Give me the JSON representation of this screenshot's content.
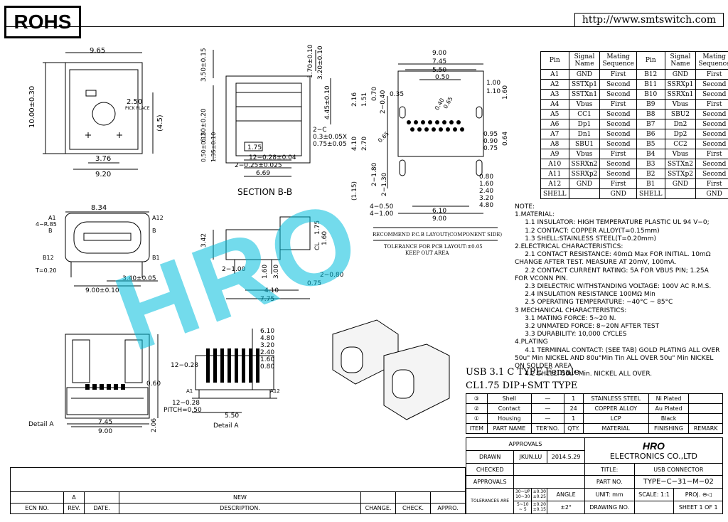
{
  "header": {
    "rohs": "ROHS",
    "url": "http://www.smtswitch.com"
  },
  "watermark": "HRO",
  "dims": {
    "top_left": [
      "9.65",
      "10.00±0.30",
      "2.50",
      "PICK PLACE",
      "(4.5)",
      "3.76",
      "9.20"
    ],
    "section": [
      "3.50±0.15",
      "6.20±0.20",
      "1.70±0.10",
      "3.20±0.10",
      "4.45±0.10",
      "2−C",
      "0.3±0.05X",
      "0.75±0.05",
      "1.75",
      "12−0.28±0.04",
      "2−0.25±0.025",
      "6.69",
      "0.50±0.15",
      "1.35±0.10",
      "SECTION B-B"
    ],
    "front": [
      "8.34",
      "A1",
      "4−R.85",
      "B",
      "A12",
      "B",
      "B12",
      "B1",
      "T=0.20",
      "3.40±0.05",
      "9.00±0.10"
    ],
    "side": [
      "3.42",
      "1.75",
      "CL",
      "1.60",
      "2−1.00",
      "1.60",
      "3.00",
      "2−0.80",
      "0.75",
      "4.10",
      "7.75"
    ],
    "bottom": [
      "Detail A",
      "2.06",
      "9.00",
      "7.45",
      "Detail A",
      "6.10",
      "4.80",
      "3.20",
      "2.40",
      "1.60",
      "0.80",
      "12−0.28",
      "A1",
      "A12",
      "12−0.28",
      "PITCH=0.50",
      "5.50",
      "0.60"
    ],
    "pcb": [
      "9.00",
      "7.45",
      "5.50",
      "0.50",
      "0.35",
      "2−0.40",
      "0.70",
      "2.16",
      "1.51",
      "0.40",
      "0.65",
      "1.00",
      "1.10",
      "1.60",
      "0.95",
      "0.90",
      "0.75",
      "4.10",
      "2.70",
      "0.64",
      "0.65",
      "(1.15)",
      "2−1.80",
      "2−1.30",
      "0.80",
      "1.60",
      "2.40",
      "3.20",
      "4.80",
      "4−0.50",
      "4−1.00",
      "6.10",
      "9.00",
      "RECOMMEND P.C.B LAYOUT(COMPONENT SIDE)",
      "TOLERANCE FOR PCB LAYOUT:±0.05",
      "KEEP OUT AREA"
    ]
  },
  "pin_table": {
    "headers": [
      "Pin",
      "Signal Name",
      "Mating Sequence",
      "Pin",
      "Signal Name",
      "Mating Sequence"
    ],
    "rows": [
      [
        "A1",
        "GND",
        "First",
        "B12",
        "GND",
        "First"
      ],
      [
        "A2",
        "SSTXp1",
        "Second",
        "B11",
        "SSRXp1",
        "Second"
      ],
      [
        "A3",
        "SSTXn1",
        "Second",
        "B10",
        "SSRXn1",
        "Second"
      ],
      [
        "A4",
        "Vbus",
        "First",
        "B9",
        "Vbus",
        "First"
      ],
      [
        "A5",
        "CC1",
        "Second",
        "B8",
        "SBU2",
        "Second"
      ],
      [
        "A6",
        "Dp1",
        "Second",
        "B7",
        "Dn2",
        "Second"
      ],
      [
        "A7",
        "Dn1",
        "Second",
        "B6",
        "Dp2",
        "Second"
      ],
      [
        "A8",
        "SBU1",
        "Second",
        "B5",
        "CC2",
        "Second"
      ],
      [
        "A9",
        "Vbus",
        "First",
        "B4",
        "Vbus",
        "First"
      ],
      [
        "A10",
        "SSRXn2",
        "Second",
        "B3",
        "SSTXn2",
        "Second"
      ],
      [
        "A11",
        "SSRXp2",
        "Second",
        "B2",
        "SSTXp2",
        "Second"
      ],
      [
        "A12",
        "GND",
        "First",
        "B1",
        "GND",
        "First"
      ],
      [
        "SHELL",
        "",
        "GND",
        "SHELL",
        "",
        "GND"
      ]
    ]
  },
  "notes": "NOTE:\n1.MATERIAL:\n     1.1 INSULATOR: HIGH TEMPERATURE PLASTIC UL 94 V−0;\n     1.2 CONTACT: COPPER ALLOY(T=0.15mm)\n     1.3 SHELL:STAINLESS STEEL(T=0.20mm)\n2.ELECTRICAL CHARACTERISTICS:\n     2.1 CONTACT RESISTANCE: 40mΩ Max FOR INITIAL. 10mΩ\nCHANGE AFTER TEST. MEASURE AT 20mV, 100mA.\n     2.2 CONTACT CURRENT RATING: 5A FOR VBUS PIN; 1.25A\nFOR VCONN PIN.\n     2.3 DIELECTRIC WITHSTANDING VOLTAGE: 100V AC R.M.S.\n     2.4 INSULATION RESISTANCE 100MΩ Min\n     2.5 OPERATING TEMPERATURE: −40°C ~ 85°C\n3 MECHANICAL CHARACTERISTICS:\n     3.1 MATING FORCE: 5~20 N.\n     3.2 UNMATED FORCE: 8~20N AFTER TEST\n     3.3 DURABILITY: 10,000 CYCLES\n4.PLATING\n     4.1 TERMINAL CONTACT: (SEE TAB) GOLD PLATING ALL OVER\n50u\" Min NICKEL AND 80u\"Min Tin ALL OVER 50u\" Min NICKEL\nON SOLDER AREA\n     4.2 SHELL: 50u\" Min. NICKEL ALL OVER.",
  "product": {
    "line1": "USB 3.1 C TYPE Female",
    "line2": "CL1.75 DIP+SMT TYPE"
  },
  "bom": {
    "rows": [
      [
        "③",
        "Shell",
        "—",
        "1",
        "STAINLESS STEEL",
        "Ni Plated",
        ""
      ],
      [
        "②",
        "Contact",
        "—",
        "24",
        "COPPER ALLOY",
        "Au Plated",
        ""
      ],
      [
        "①",
        "Housing",
        "—",
        "1",
        "LCP",
        "Black",
        ""
      ]
    ],
    "headers": [
      "ITEM",
      "PART NAME",
      "TER'NO.",
      "QTY.",
      "MATERIAL",
      "FINISHING",
      "REMARK"
    ]
  },
  "title_block": {
    "approvals": "APPROVALS",
    "drawn": "DRAWN",
    "drawn_by": "JKUN.LU",
    "drawn_date": "2014.5.29",
    "checked": "CHECKED",
    "approvals2": "APPROVALS",
    "company_logo": "HRO",
    "company": "ELECTRONICS CO.,LTD",
    "title_label": "TITLE:",
    "title": "USB CONNECTOR",
    "partno_label": "PART NO.",
    "partno": "TYPE−C−31−M−02",
    "unit": "UNIT: mm",
    "scale": "SCALE:  1:1",
    "proj": "PROJ.",
    "drawing_no": "DRAWING NO.",
    "sheet": "SHEET   1  OF  1",
    "tolerances": "TOLERANCES ARE",
    "tol_rows": [
      [
        "30~UP",
        "±0.30"
      ],
      [
        "10~30",
        "±0.25"
      ],
      [
        "5~10",
        "±0.20"
      ],
      [
        "~ 5",
        "±0.15"
      ]
    ],
    "angle": "ANGLE",
    "angle_val": "±2°"
  },
  "revision": {
    "row": [
      "",
      "A",
      "",
      "NEW",
      "",
      "",
      ""
    ],
    "headers": [
      "ECN NO.",
      "REV.",
      "DATE.",
      "DESCRIPTION.",
      "CHANGE.",
      "CHECK.",
      "APPRO."
    ]
  }
}
